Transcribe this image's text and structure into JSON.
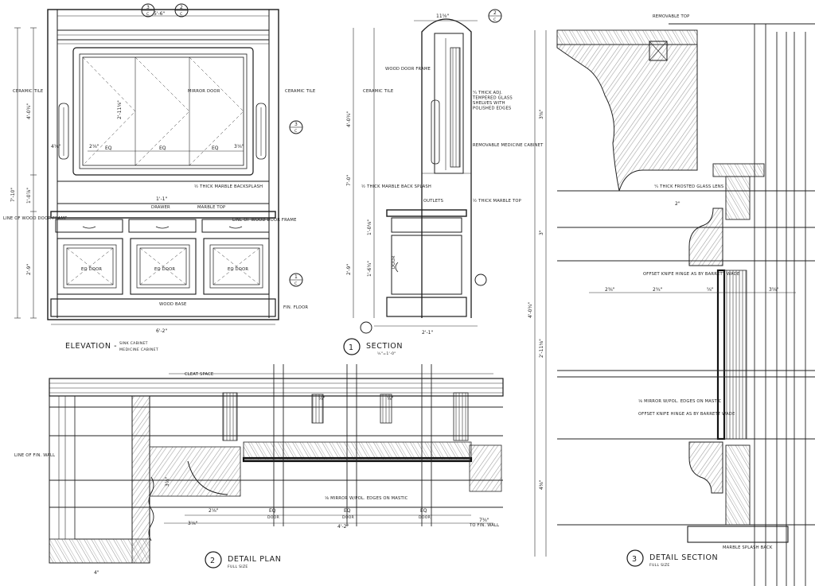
{
  "sheet": {
    "elevation": {
      "title": "ELEVATION - ",
      "subtitle_1": "SINK CABINET",
      "subtitle_2": "MEDICINE CABINET",
      "labels": {
        "ceramic_tile_left": "CERAMIC TILE",
        "ceramic_tile_right": "CERAMIC TILE",
        "mirror_door": "MIRROR DOOR",
        "marble_backsplash": "½ THICK MARBLE BACKSPLASH",
        "drawer": "DRAWER",
        "marble_top": "MARBLE TOP",
        "line_of_door_left": "LINE OF WOOD DOOR FRAME",
        "line_of_door_right": "LINE OF WOOD DOOR FRAME",
        "wood_base": "WOOD BASE",
        "fin_floor": "FIN. FLOOR",
        "door_1": "EQ DOOR",
        "door_2": "EQ DOOR",
        "door_3": "EQ DOOR"
      },
      "dims": {
        "top_width": "5'-6\"",
        "bottom_width": "6'-2\"",
        "upper_height": "4'-0¾\"",
        "mid_height": "1'-0⅞\"",
        "lower_height": "2'-9\"",
        "overall_height": "7'-10\"",
        "mirror_height": "2'-11⅛\"",
        "eq": "EQ",
        "drawer_w": "1'-1\"",
        "tick_small": "4¼\"",
        "side_a": "2⅛\"",
        "side_b": "3⅛\""
      }
    },
    "section_1": {
      "number": "1",
      "title": "SECTION",
      "scale": "½\"=1'-0\"",
      "labels": {
        "wood_door_frame": "WOOD DOOR FRAME",
        "ceramic_tile": "CERAMIC TILE",
        "glass_shelves": "¼ THICK ADJ. TEMPERED GLASS SHELVES WITH POLISHED EDGES",
        "removable_cabinet": "REMOVABLE MEDICINE CABINET",
        "marble_back_splash": "½ THICK MARBLE BACK SPLASH",
        "outlets": "OUTLETS",
        "marble_top": "½ THICK MARBLE TOP",
        "door": "DOOR"
      },
      "dims": {
        "top": "11⅝\"",
        "upper": "4'-0¾\"",
        "mid": "7'-0\"",
        "lower": "2'-9\"",
        "depth": "2'-1\"",
        "low_a": "1'-0⅛\"",
        "low_b": "1'-6¾\""
      }
    },
    "detail_plan": {
      "number": "2",
      "title": "DETAIL PLAN",
      "scale": "FULL SIZE",
      "labels": {
        "cleat_space": "CLEAT SPACE",
        "line_of_fin_wall": "LINE OF FIN. WALL",
        "mirror_note": "⅛ MIRROR W/POL. EDGES ON MASTIC",
        "to_fin_wall": "TO FIN. WALL"
      },
      "dims": {
        "left": "2⅛\"",
        "eq1": "EQ",
        "eq2": "EQ",
        "eq3": "EQ",
        "door": "DOOR",
        "total": "4'-2\"",
        "right": "7⅜\"",
        "small": "3⅛\"",
        "base": "4\"",
        "depth": "3⅞\"",
        "tick": "¼\""
      }
    },
    "detail_section": {
      "number": "3",
      "title": "DETAIL SECTION",
      "scale": "FULL SIZE",
      "labels": {
        "removable_top": "REMOVABLE TOP",
        "frosted_glass": "¼ THICK FROSTED GLASS LENS",
        "hinge_top": "OFFSET KNIFE HINGE AS BY BARRETT WADE",
        "mirror_note": "⅛ MIRROR W/POL. EDGES ON MASTIC",
        "hinge_bottom": "OFFSET KNIFE HINGE AS BY BARRETT WADE",
        "marble_splash": "MARBLE SPLASH BACK"
      },
      "dims": {
        "top": "3⅝\"",
        "mid": "3\"",
        "overall": "4'-0¾\"",
        "lower": "2'-11⅛\"",
        "bottom": "4⅜\"",
        "left_off": "2⅜\"",
        "in_off": "2¾\"",
        "right_off": "3⅝\"",
        "small": "⅝\"",
        "two": "2\""
      }
    },
    "bubbles": {
      "a": "3",
      "a_sub": "C",
      "b": "2",
      "b_sub": "C",
      "c": "3",
      "c_sub": "C",
      "d": "1",
      "d_sub": "C",
      "e": "2",
      "e_sub": "C"
    }
  }
}
